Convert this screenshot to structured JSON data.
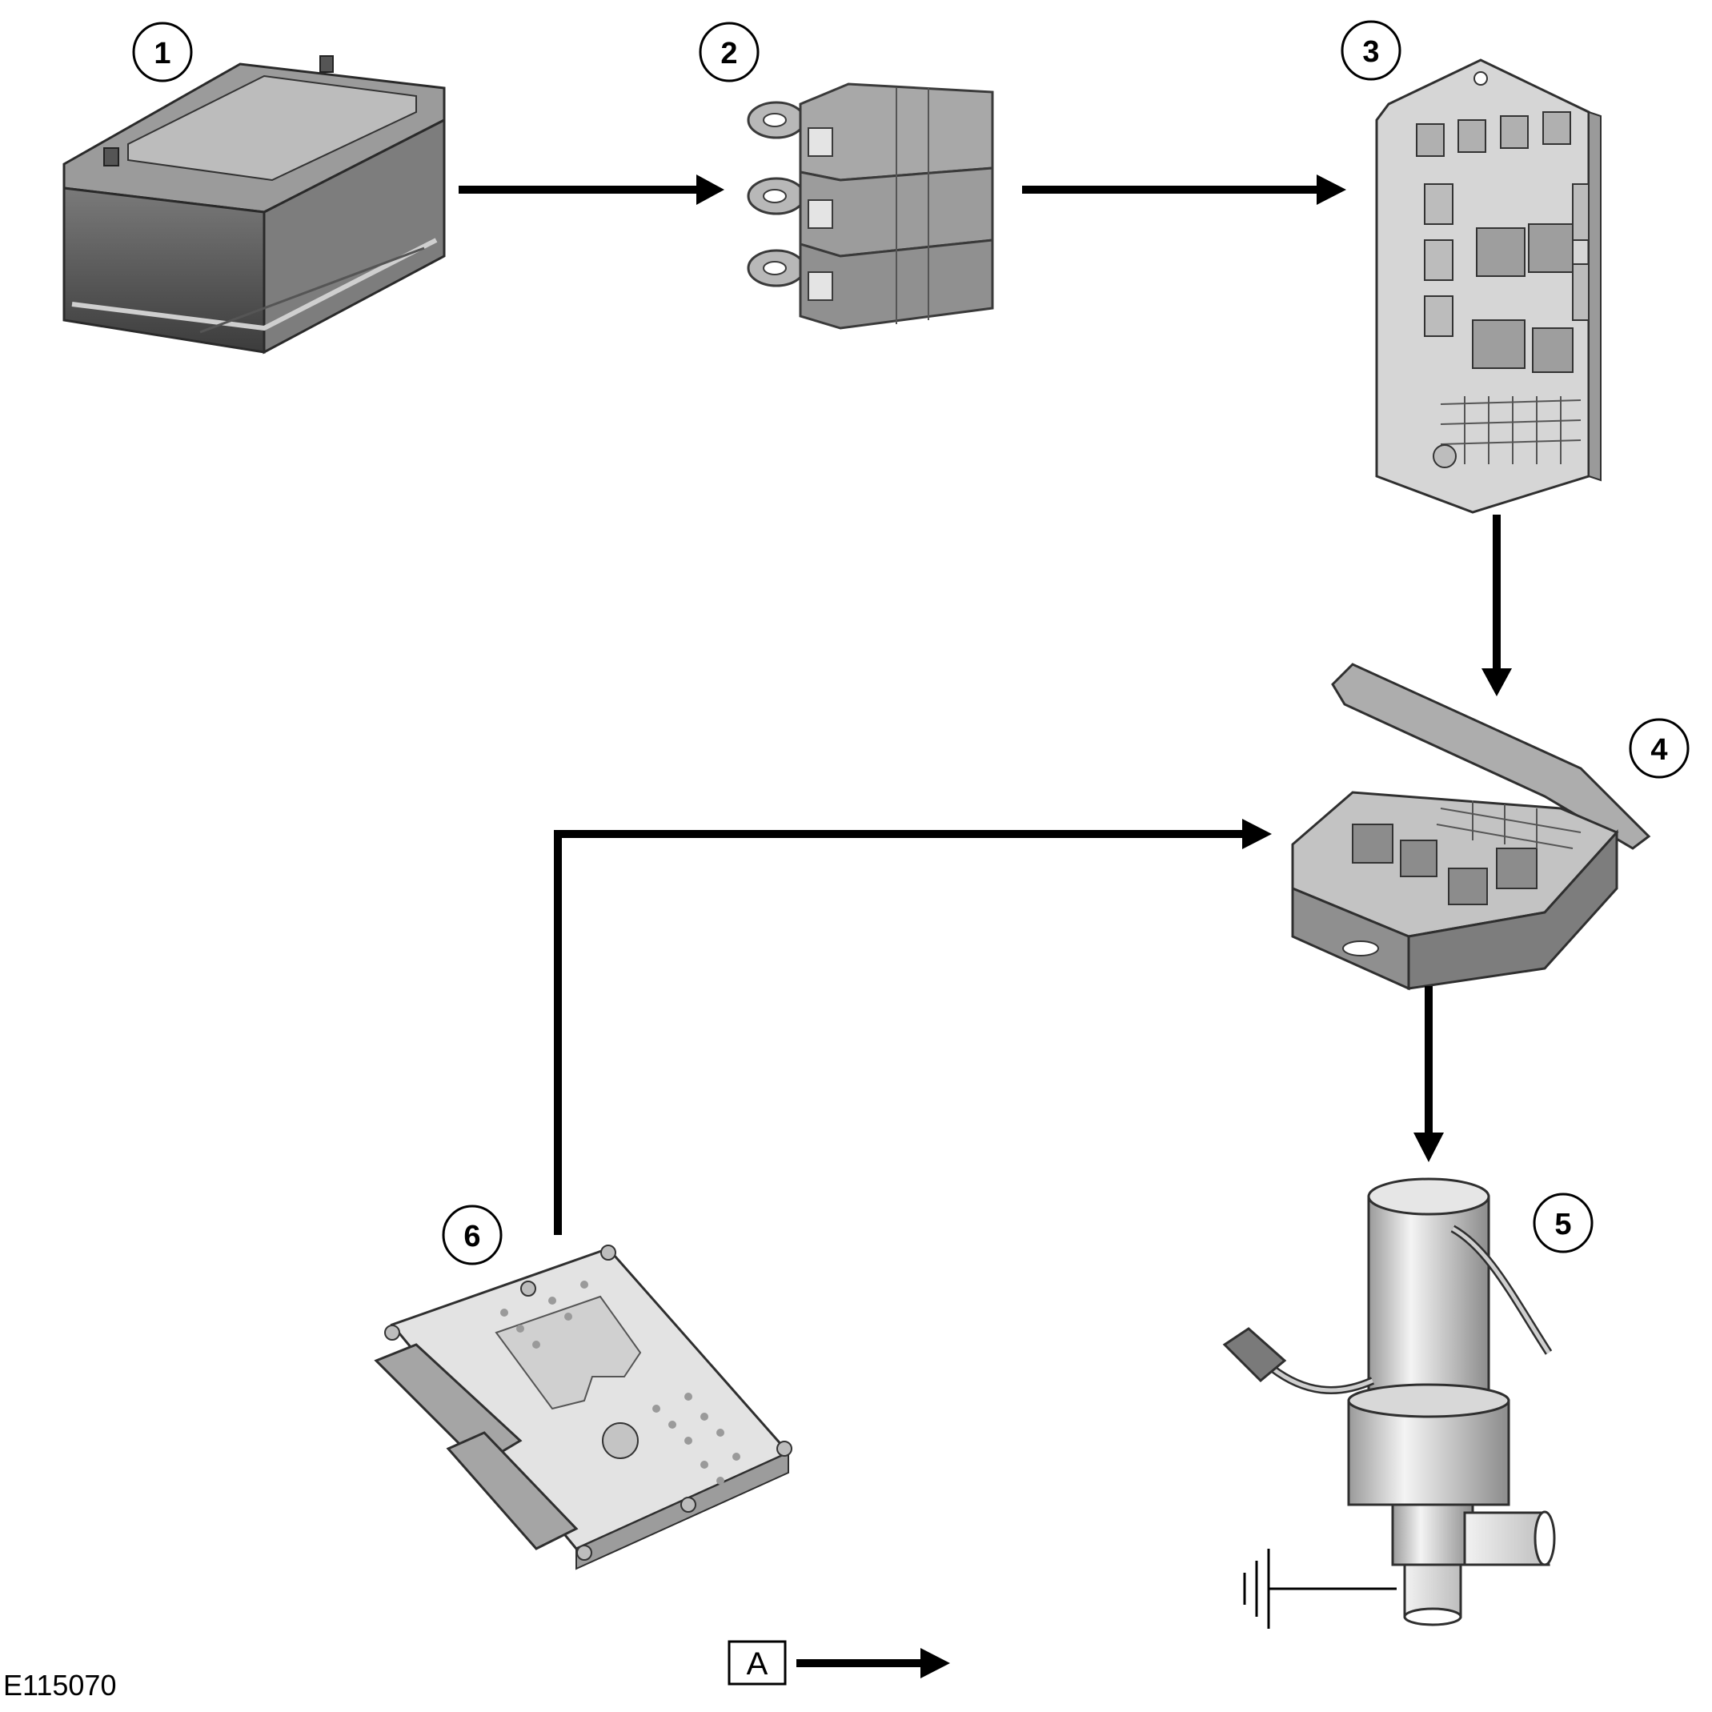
{
  "figure_id": "E115070",
  "callouts": {
    "c1": "1",
    "c2": "2",
    "c3": "3",
    "c4": "4",
    "c5": "5",
    "c6": "6"
  },
  "legend": {
    "key_label": "A"
  },
  "icons": {
    "battery": "battery-icon",
    "megafuse": "megafuse-holder-icon",
    "bjb": "battery-junction-box-icon",
    "cjb": "central-junction-box-icon",
    "valve": "coolant-valve-icon",
    "ecm": "engine-control-module-icon",
    "ground": "ground-symbol-icon"
  }
}
